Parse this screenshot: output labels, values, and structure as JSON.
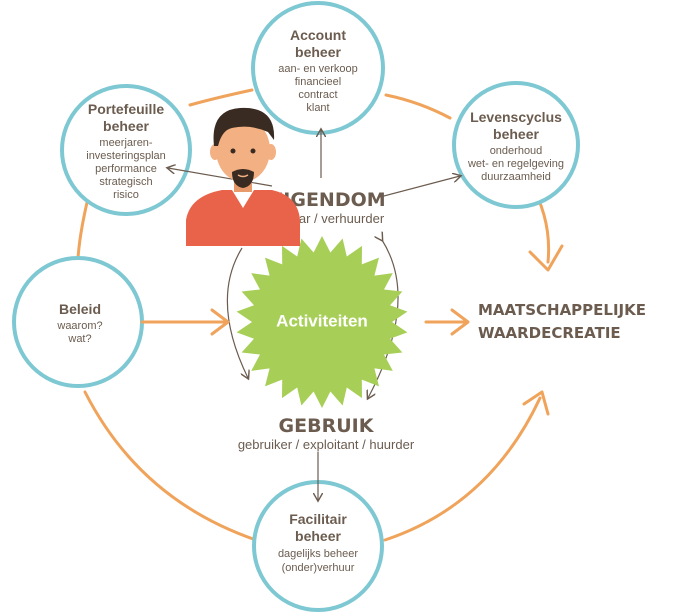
{
  "nodes": {
    "account": {
      "title1": "Account",
      "title2": "beheer",
      "lines": [
        "aan- en verkoop",
        "financieel",
        "contract",
        "klant"
      ]
    },
    "portefeuille": {
      "title1": "Portefeuille",
      "title2": "beheer",
      "lines": [
        "meerjaren-",
        "investeringsplan",
        "performance",
        "strategisch",
        "risico"
      ]
    },
    "levenscyclus": {
      "title1": "Levenscyclus",
      "title2": "beheer",
      "lines": [
        "onderhoud",
        "wet- en regelgeving",
        "duurzaamheid"
      ]
    },
    "beleid": {
      "title1": "Beleid",
      "lines": [
        "waarom?",
        "wat?"
      ]
    },
    "facilitair": {
      "title1": "Facilitair",
      "title2": "beheer",
      "lines": [
        "dagelijks beheer",
        "(onder)verhuur"
      ]
    }
  },
  "center": {
    "label": "Activiteiten",
    "top_title": "EIGENDOM",
    "top_sub": "eigenaar / verhuurder",
    "bottom_title": "GEBRUIK",
    "bottom_sub": "gebruiker / exploitant / huurder"
  },
  "outcome": {
    "line1": "MAATSCHAPPELIJKE",
    "line2": "WAARDECREATIE"
  },
  "colors": {
    "circle_stroke": "#7ec8d3",
    "orange": "#f0a35a",
    "burst": "#a7cf58",
    "text": "#6b5c4f",
    "shirt": "#e8634a",
    "skin": "#f3b083",
    "hair": "#3a2b22"
  }
}
